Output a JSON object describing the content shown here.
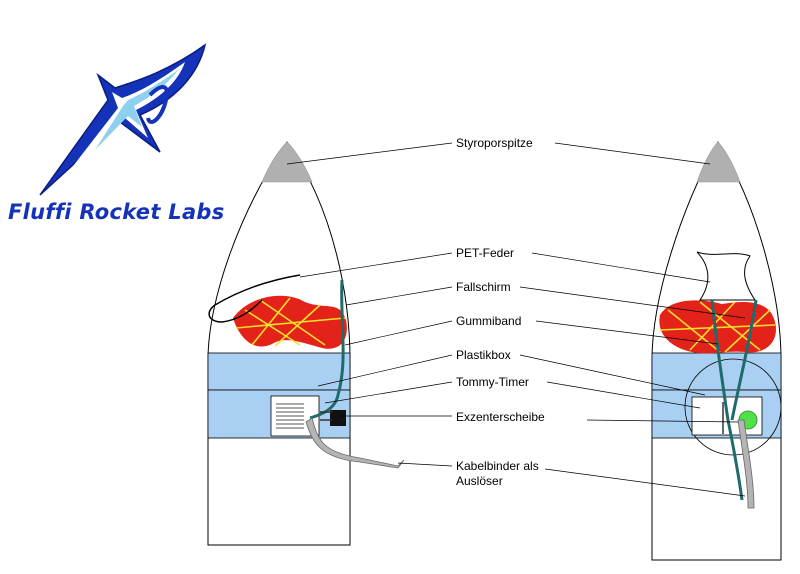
{
  "brand": {
    "name": "Fluffi Rocket Labs",
    "logo_icon": "rocket-swoosh-logo-icon",
    "color": "#1433b8"
  },
  "labels": {
    "nose_cone": "Styroporspitze",
    "pet_spring": "PET-Feder",
    "parachute": "Fallschirm",
    "rubber_band": "Gummiband",
    "plastic_box": "Plastikbox",
    "timer": "Tommy-Timer",
    "cam_disc": "Exzenterscheibe",
    "cable_tie_line1": "Kabelbinder als",
    "cable_tie_line2": "Auslöser"
  },
  "colors": {
    "parachute": "#e32219",
    "parachute_lines": "#f6e02a",
    "box": "#a9cff2",
    "nose_tip": "#b0b0b0",
    "cord": "#1f6a6a",
    "cam": "#50e04a"
  }
}
